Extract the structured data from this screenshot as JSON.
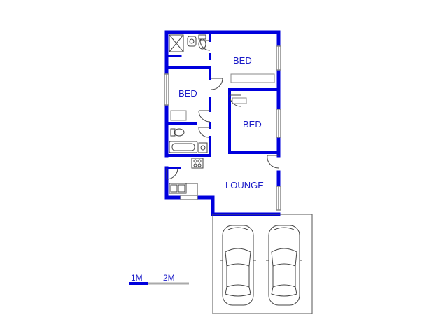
{
  "rooms": {
    "bed_top_right": "BED",
    "bed_left": "BED",
    "bed_middle": "BED",
    "lounge": "LOUNGE"
  },
  "scale": {
    "mark_1": "1M",
    "mark_2": "2M"
  },
  "colors": {
    "wall": "#0000dd",
    "fixture": "#444444",
    "window": "#888888",
    "label": "#1a1ac8"
  },
  "icons": [
    "car-icon",
    "car-icon",
    "bathtub-icon",
    "toilet-icon",
    "basin-icon",
    "shower-icon",
    "stove-icon",
    "sink-icon"
  ]
}
